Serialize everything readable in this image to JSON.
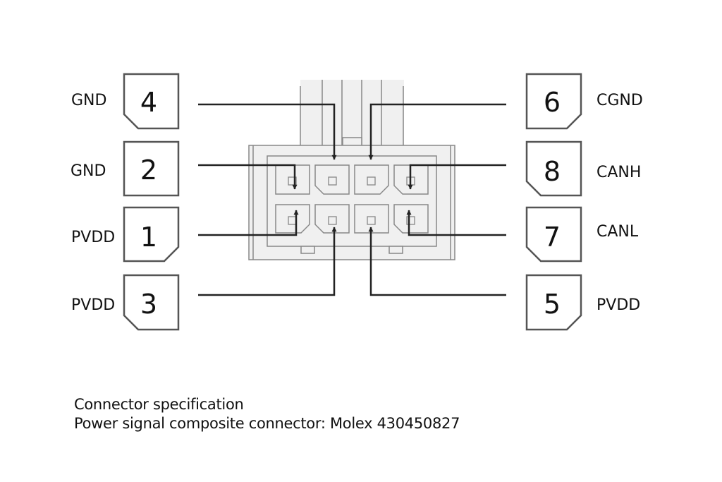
{
  "diagram": {
    "title": "Connector pinout",
    "colors": {
      "line": "#222222",
      "outline": "#808080",
      "fill": "#f0f0f0",
      "box_stroke": "#555555"
    },
    "pins": [
      {
        "number": "4",
        "signal": "GND",
        "side": "left"
      },
      {
        "number": "2",
        "signal": "GND",
        "side": "left"
      },
      {
        "number": "1",
        "signal": "PVDD",
        "side": "left"
      },
      {
        "number": "3",
        "signal": "PVDD",
        "side": "left"
      },
      {
        "number": "6",
        "signal": "CGND",
        "side": "right"
      },
      {
        "number": "8",
        "signal": "CANH",
        "side": "right"
      },
      {
        "number": "7",
        "signal": "CANL",
        "side": "right"
      },
      {
        "number": "5",
        "signal": "PVDD",
        "side": "right"
      }
    ]
  },
  "caption": {
    "line1": "Connector specification",
    "line2": "Power signal composite connector: Molex 430450827"
  }
}
